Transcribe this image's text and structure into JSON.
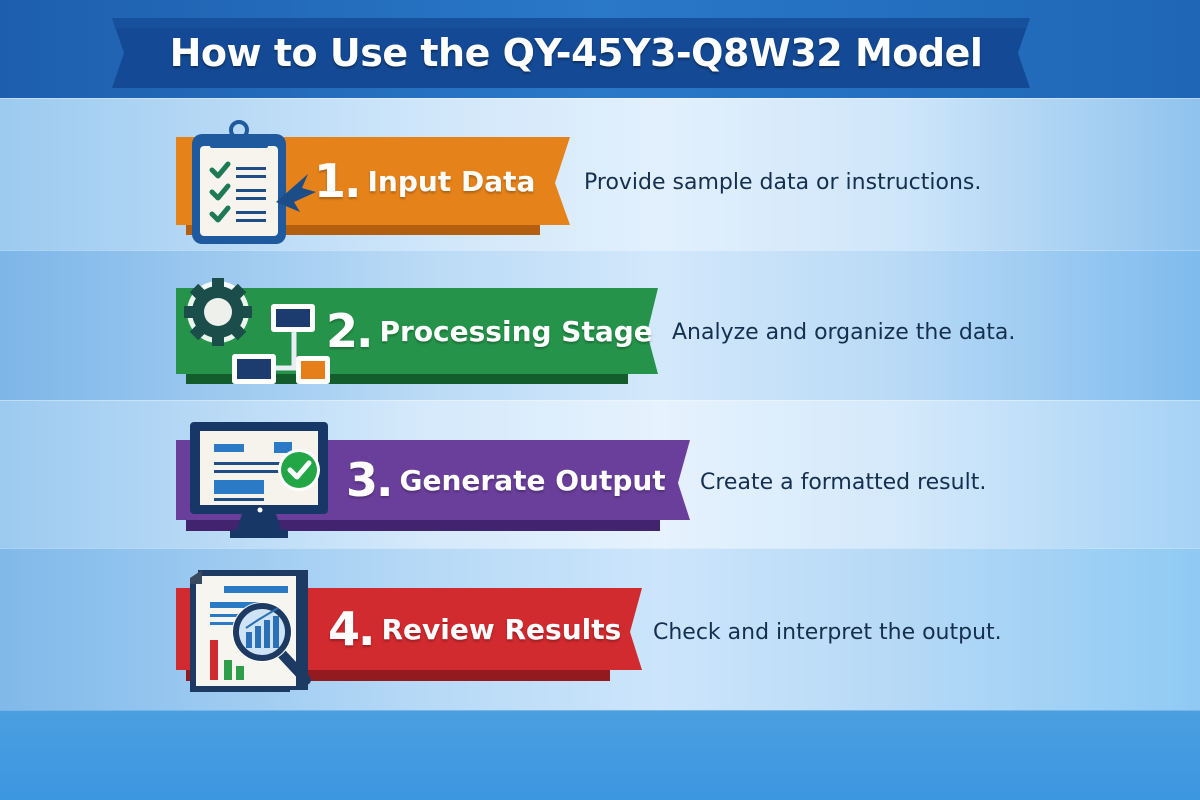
{
  "title": "How to Use the QY-45Y3-Q8W32 Model",
  "colors": {
    "title_banner": "#144a95",
    "header_band": "#2a78c8",
    "footer_band": "#3d96e0",
    "description_text": "#15304f"
  },
  "steps": [
    {
      "number": "1.",
      "title": "Input Data",
      "description": "Provide sample data or instructions.",
      "color": "#e6821a",
      "shadow_color": "#b45f10",
      "icon": "clipboard-checklist-icon"
    },
    {
      "number": "2.",
      "title": "Processing Stage",
      "description": "Analyze and organize the data.",
      "color": "#25944a",
      "shadow_color": "#135c2c",
      "icon": "gear-flowchart-icon"
    },
    {
      "number": "3.",
      "title": "Generate Output",
      "description": "Create a formatted result.",
      "color": "#6a3f9c",
      "shadow_color": "#42236f",
      "icon": "monitor-check-icon"
    },
    {
      "number": "4.",
      "title": "Review Results",
      "description": "Check and interpret the output.",
      "color": "#d12a2f",
      "shadow_color": "#931b20",
      "icon": "report-magnifier-icon"
    }
  ]
}
